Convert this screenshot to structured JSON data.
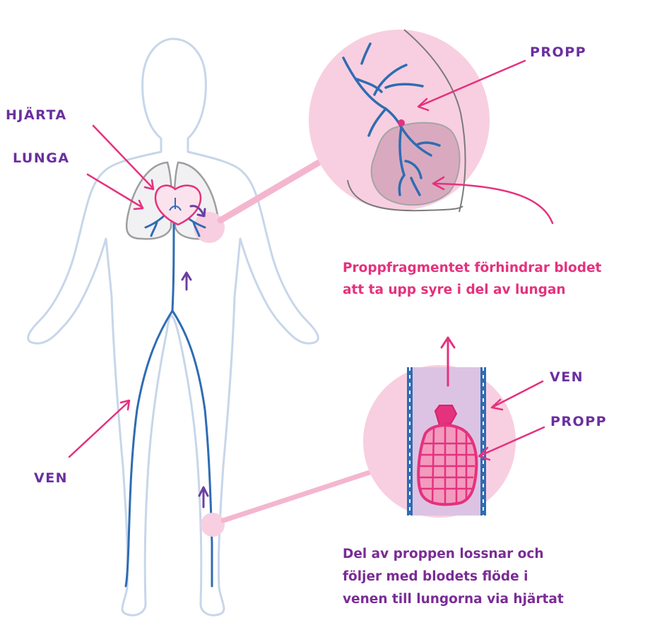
{
  "labels": {
    "heart": "HJÄRTA",
    "lung": "LUNGA",
    "vein_left": "VEN",
    "clot_lung": "PROPP",
    "vein_zoom": "VEN",
    "clot_vein": "PROPP"
  },
  "captions": {
    "lung": {
      "line1": "Proppfragmentet förhindrar blodet",
      "line2": "att ta upp syre i del av lungan"
    },
    "vein": {
      "line1": "Del av proppen lossnar och",
      "line2": "följer med blodets flöde i",
      "line3": "venen till lungorna via hjärtat"
    }
  },
  "colors": {
    "body_outline": "#c7d6ea",
    "vein": "#2f6cb3",
    "accent_pink": "#e5317e",
    "label_purple": "#6b2fa0",
    "circle_fill": "#f8cfe0",
    "lung_outline": "#9e9e9e"
  }
}
